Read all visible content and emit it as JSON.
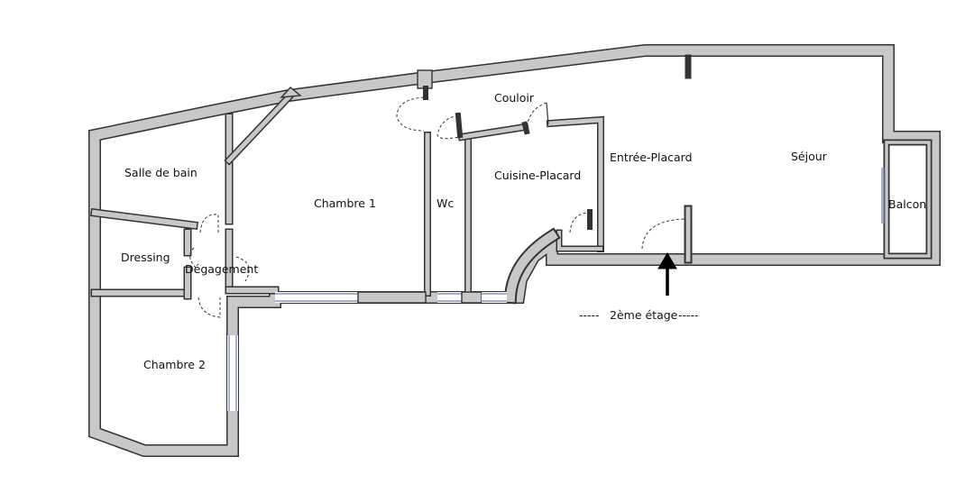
{
  "rooms": {
    "salle_de_bain": "Salle de bain",
    "dressing": "Dressing",
    "degagement": "Dégagement",
    "chambre_1": "Chambre 1",
    "chambre_2": "Chambre 2",
    "wc": "Wc",
    "couloir": "Couloir",
    "cuisine_placard": "Cuisine-Placard",
    "entree_placard": "Entrée-Placard",
    "sejour": "Séjour",
    "balcon": "Balcon"
  },
  "floor": {
    "label": "2ème étage",
    "dashes_left": "-----",
    "dashes_right": "-----"
  },
  "colors": {
    "wall_fill": "#c8c8c8",
    "wall_stroke": "#333333",
    "window": "#6b7db3",
    "background": "#ffffff"
  },
  "icons": {
    "entrance_arrow": "arrow-up-icon"
  }
}
